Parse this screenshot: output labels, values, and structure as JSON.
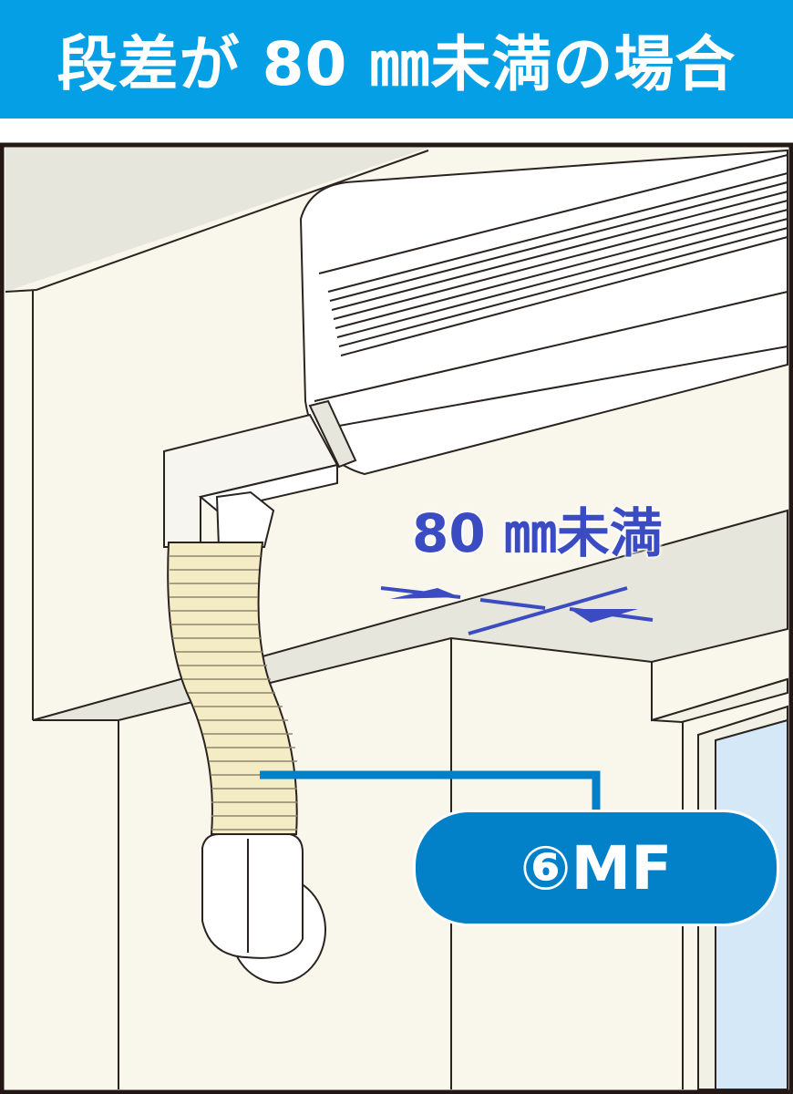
{
  "header": {
    "title": "段差が 80 ㎜未満の場合"
  },
  "illustration": {
    "dimension_label": "80 ㎜未満",
    "part_callout": "⑥MF"
  },
  "colors": {
    "header_bg": "#049fe5",
    "dimension": "#3b4bc2",
    "callout_bg": "#0280c8",
    "wall": "#f9f7ec",
    "hose": "#f4ecc4",
    "window_glass": "#d4e8f8"
  }
}
